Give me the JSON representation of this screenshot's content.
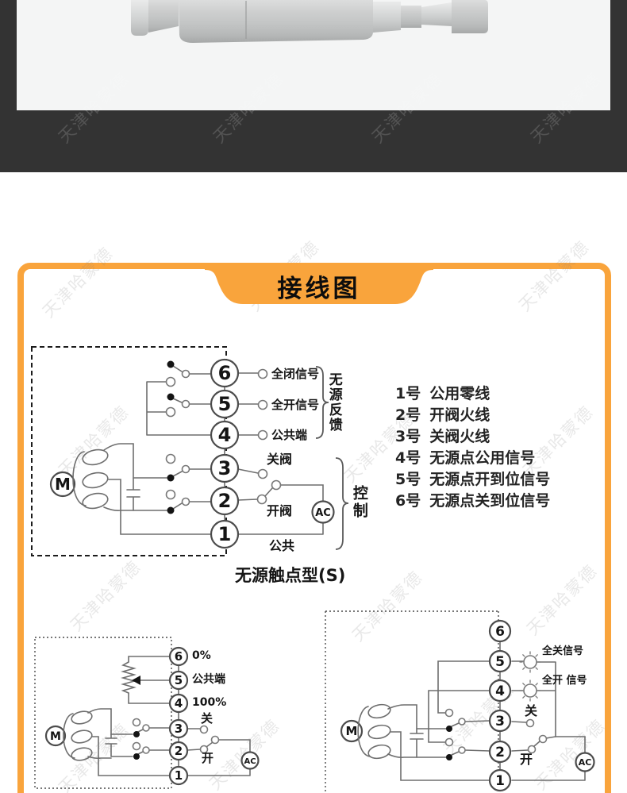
{
  "watermark_text": "天津哈蒙德",
  "banner_title": "接线图",
  "caption": "无源触点型(S)",
  "colors": {
    "accent_orange": "#F9A43C",
    "top_band": "#333333",
    "photo_background": "#f4f5f5"
  },
  "main_diagram": {
    "motor_label": "M",
    "ac_label": "AC",
    "terminals": [
      "6",
      "5",
      "4",
      "3",
      "2",
      "1"
    ],
    "feedback_labels": [
      "全闭信号",
      "全开信号",
      "公共端"
    ],
    "control_labels": {
      "close_valve": "关阀",
      "open_valve": "开阀",
      "common": "公共"
    },
    "group_feedback": "无源反馈",
    "group_control": "控制"
  },
  "terminal_notes": [
    {
      "no": "1号",
      "desc": "公用零线"
    },
    {
      "no": "2号",
      "desc": "开阀火线"
    },
    {
      "no": "3号",
      "desc": "关阀火线"
    },
    {
      "no": "4号",
      "desc": "无源点公用信号"
    },
    {
      "no": "5号",
      "desc": "无源点开到位信号"
    },
    {
      "no": "6号",
      "desc": "无源点关到位信号"
    }
  ],
  "modulating_diagram": {
    "motor_label": "M",
    "ac_label": "AC",
    "terminals": [
      "6",
      "5",
      "4",
      "3",
      "2",
      "1"
    ],
    "labels": {
      "p0": "0%",
      "common": "公共端",
      "p100": "100%",
      "close": "关",
      "open": "开"
    }
  },
  "lamp_diagram": {
    "motor_label": "M",
    "ac_label": "AC",
    "terminals": [
      "6",
      "5",
      "4",
      "3",
      "2",
      "1"
    ],
    "labels": {
      "closed_signal": "全关信号",
      "open_signal": "全开 信号",
      "close": "关",
      "open": "开"
    }
  }
}
